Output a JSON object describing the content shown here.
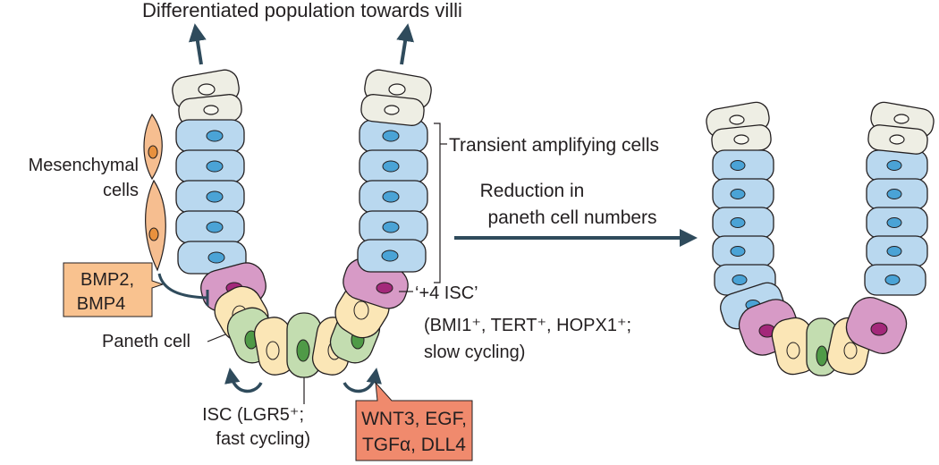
{
  "title": "Differentiated population towards villi",
  "labels": {
    "transient_amplifying": "Transient amplifying cells",
    "reduction_line1": "Reduction in",
    "reduction_line2": "paneth cell numbers",
    "mesenchymal_line1": "Mesenchymal",
    "mesenchymal_line2": "cells",
    "paneth_cell": "Paneth cell",
    "plus4_line1": "‘+4 ISC’",
    "plus4_line2": "(BMI1⁺, TERT⁺, HOPX1⁺;",
    "plus4_line3": "slow cycling)",
    "isc_line1": "ISC (LGR5⁺;",
    "isc_line2": "fast cycling)"
  },
  "boxes": {
    "bmp_line1": "BMP2,",
    "bmp_line2": "BMP4",
    "wnt_line1": "WNT3, EGF,",
    "wnt_line2": "TGFα, DLL4"
  },
  "colors": {
    "arrow": "#2f4b5c",
    "differentiated": "#eeeee4",
    "transient": "#b9d8ef",
    "nucleus_blue": "#4aa3d6",
    "paneth": "#d79ac6",
    "nucleus_paneth": "#a3287a",
    "isc": "#c3ddb0",
    "nucleus_isc": "#4f9a47",
    "interstitial": "#fbe6b6",
    "mesenchymal": "#f6be90",
    "bmp_box": "#f9c28f",
    "wnt_box": "#f08a6d"
  }
}
